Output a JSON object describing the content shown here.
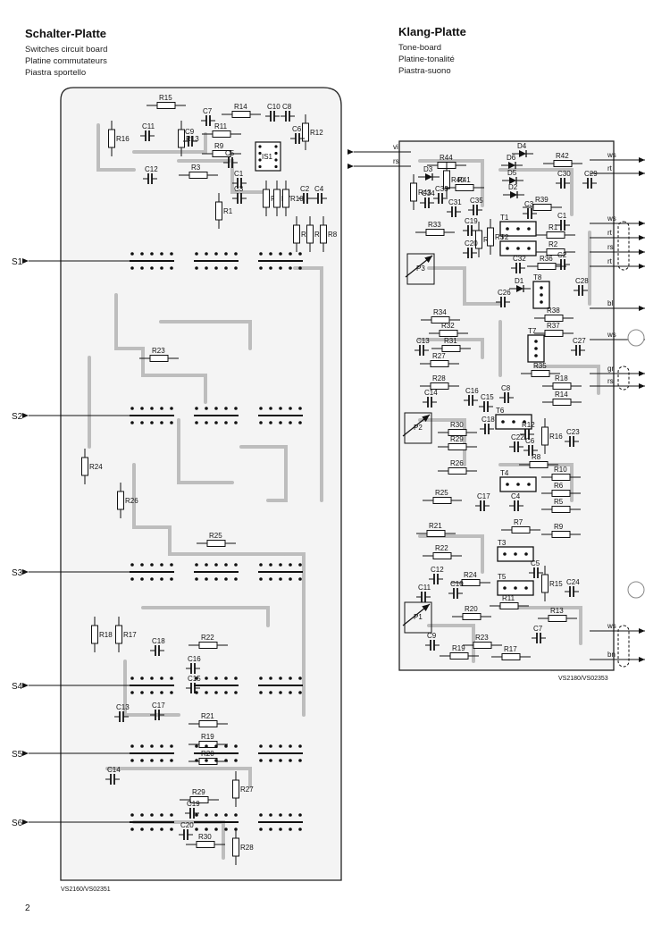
{
  "left_board": {
    "title": "Schalter-Platte",
    "subtitles": [
      "Switches circuit board",
      "Platine commutateurs",
      "Piastra sportello"
    ],
    "code": "VS2160/VS02351",
    "switches": [
      "S1",
      "S2",
      "S3",
      "S4",
      "S5",
      "S6"
    ],
    "components": [
      "R15",
      "R16",
      "C11",
      "R13",
      "C9",
      "C7",
      "R14",
      "C10",
      "C8",
      "R11",
      "R12",
      "R9",
      "C5",
      "IS1",
      "C6",
      "C12",
      "R3",
      "C1",
      "C3",
      "R1",
      "R5",
      "R7",
      "R10",
      "C2",
      "C4",
      "R2",
      "R4",
      "R8",
      "R23",
      "R24",
      "R26",
      "R25",
      "R18",
      "R17",
      "C18",
      "R22",
      "C16",
      "C15",
      "C13",
      "C17",
      "R21",
      "R19",
      "R20",
      "C14",
      "R29",
      "R27",
      "C19",
      "C20",
      "R30",
      "R28"
    ]
  },
  "right_board": {
    "title": "Klang-Platte",
    "subtitles": [
      "Tone-board",
      "Platine-tonalité",
      "Piastra-suono"
    ],
    "code": "VS2180/VS02353",
    "components": [
      "D4",
      "R42",
      "D6",
      "R44",
      "R43",
      "D3",
      "R40",
      "D5",
      "C30",
      "C29",
      "R41",
      "D2",
      "C33",
      "C34",
      "C31",
      "C35",
      "R39",
      "C19",
      "R33",
      "R4",
      "R3",
      "T1",
      "C3",
      "C1",
      "R1",
      "C20",
      "T2",
      "R2",
      "C2",
      "C32",
      "R36",
      "P3",
      "D1",
      "C28",
      "C26",
      "T8",
      "R34",
      "R38",
      "R32",
      "R37",
      "R31",
      "C13",
      "C27",
      "T7",
      "R27",
      "R35",
      "R28",
      "R18",
      "C16",
      "C15",
      "C8",
      "C14",
      "R14",
      "C18",
      "T6",
      "R30",
      "R12",
      "R16",
      "P2",
      "C22",
      "C6",
      "C23",
      "R29",
      "R8",
      "R26",
      "R10",
      "T4",
      "R6",
      "R25",
      "C17",
      "C4",
      "R5",
      "R9",
      "R7",
      "R21",
      "R22",
      "T3",
      "C12",
      "C5",
      "R24",
      "R15",
      "C10",
      "T5",
      "R11",
      "C24",
      "C11",
      "R20",
      "P1",
      "R13",
      "C7",
      "R23",
      "C9",
      "R19",
      "R17"
    ],
    "wire_labels": [
      "vi",
      "rs",
      "ws",
      "rt",
      "ws",
      "rt",
      "rs",
      "rt",
      "bl",
      "ws",
      "gr",
      "rs",
      "ws",
      "bn"
    ]
  },
  "page_number": "2"
}
